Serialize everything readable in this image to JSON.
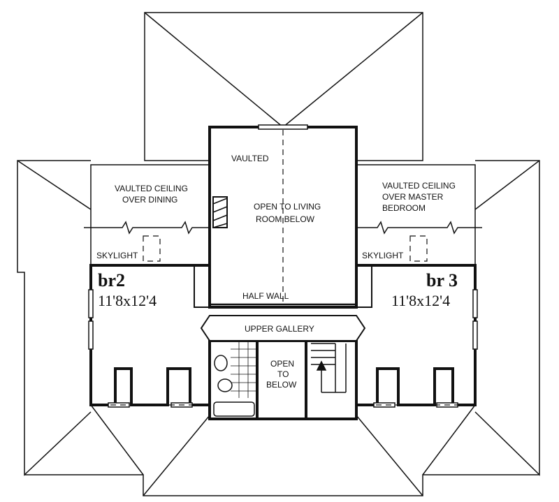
{
  "labels": {
    "vaulted": "VAULTED",
    "open_living_1": "OPEN TO LIVING",
    "open_living_2": "ROOM BELOW",
    "half_wall": "HALF WALL",
    "vaulted_dining_1": "VAULTED CEILING",
    "vaulted_dining_2": "OVER DINING",
    "vaulted_master_1": "VAULTED CEILING",
    "vaulted_master_2": "OVER MASTER",
    "vaulted_master_3": "BEDROOM",
    "skylight_left": "SKYLIGHT",
    "skylight_right": "SKYLIGHT",
    "br2_name": "br2",
    "br2_dim": "11'8x12'4",
    "br3_name": "br 3",
    "br3_dim": "11'8x12'4",
    "upper_gallery": "UPPER GALLERY",
    "open_below_1": "OPEN",
    "open_below_2": "TO",
    "open_below_3": "BELOW"
  },
  "colors": {
    "line": "#111111",
    "background": "#ffffff"
  }
}
